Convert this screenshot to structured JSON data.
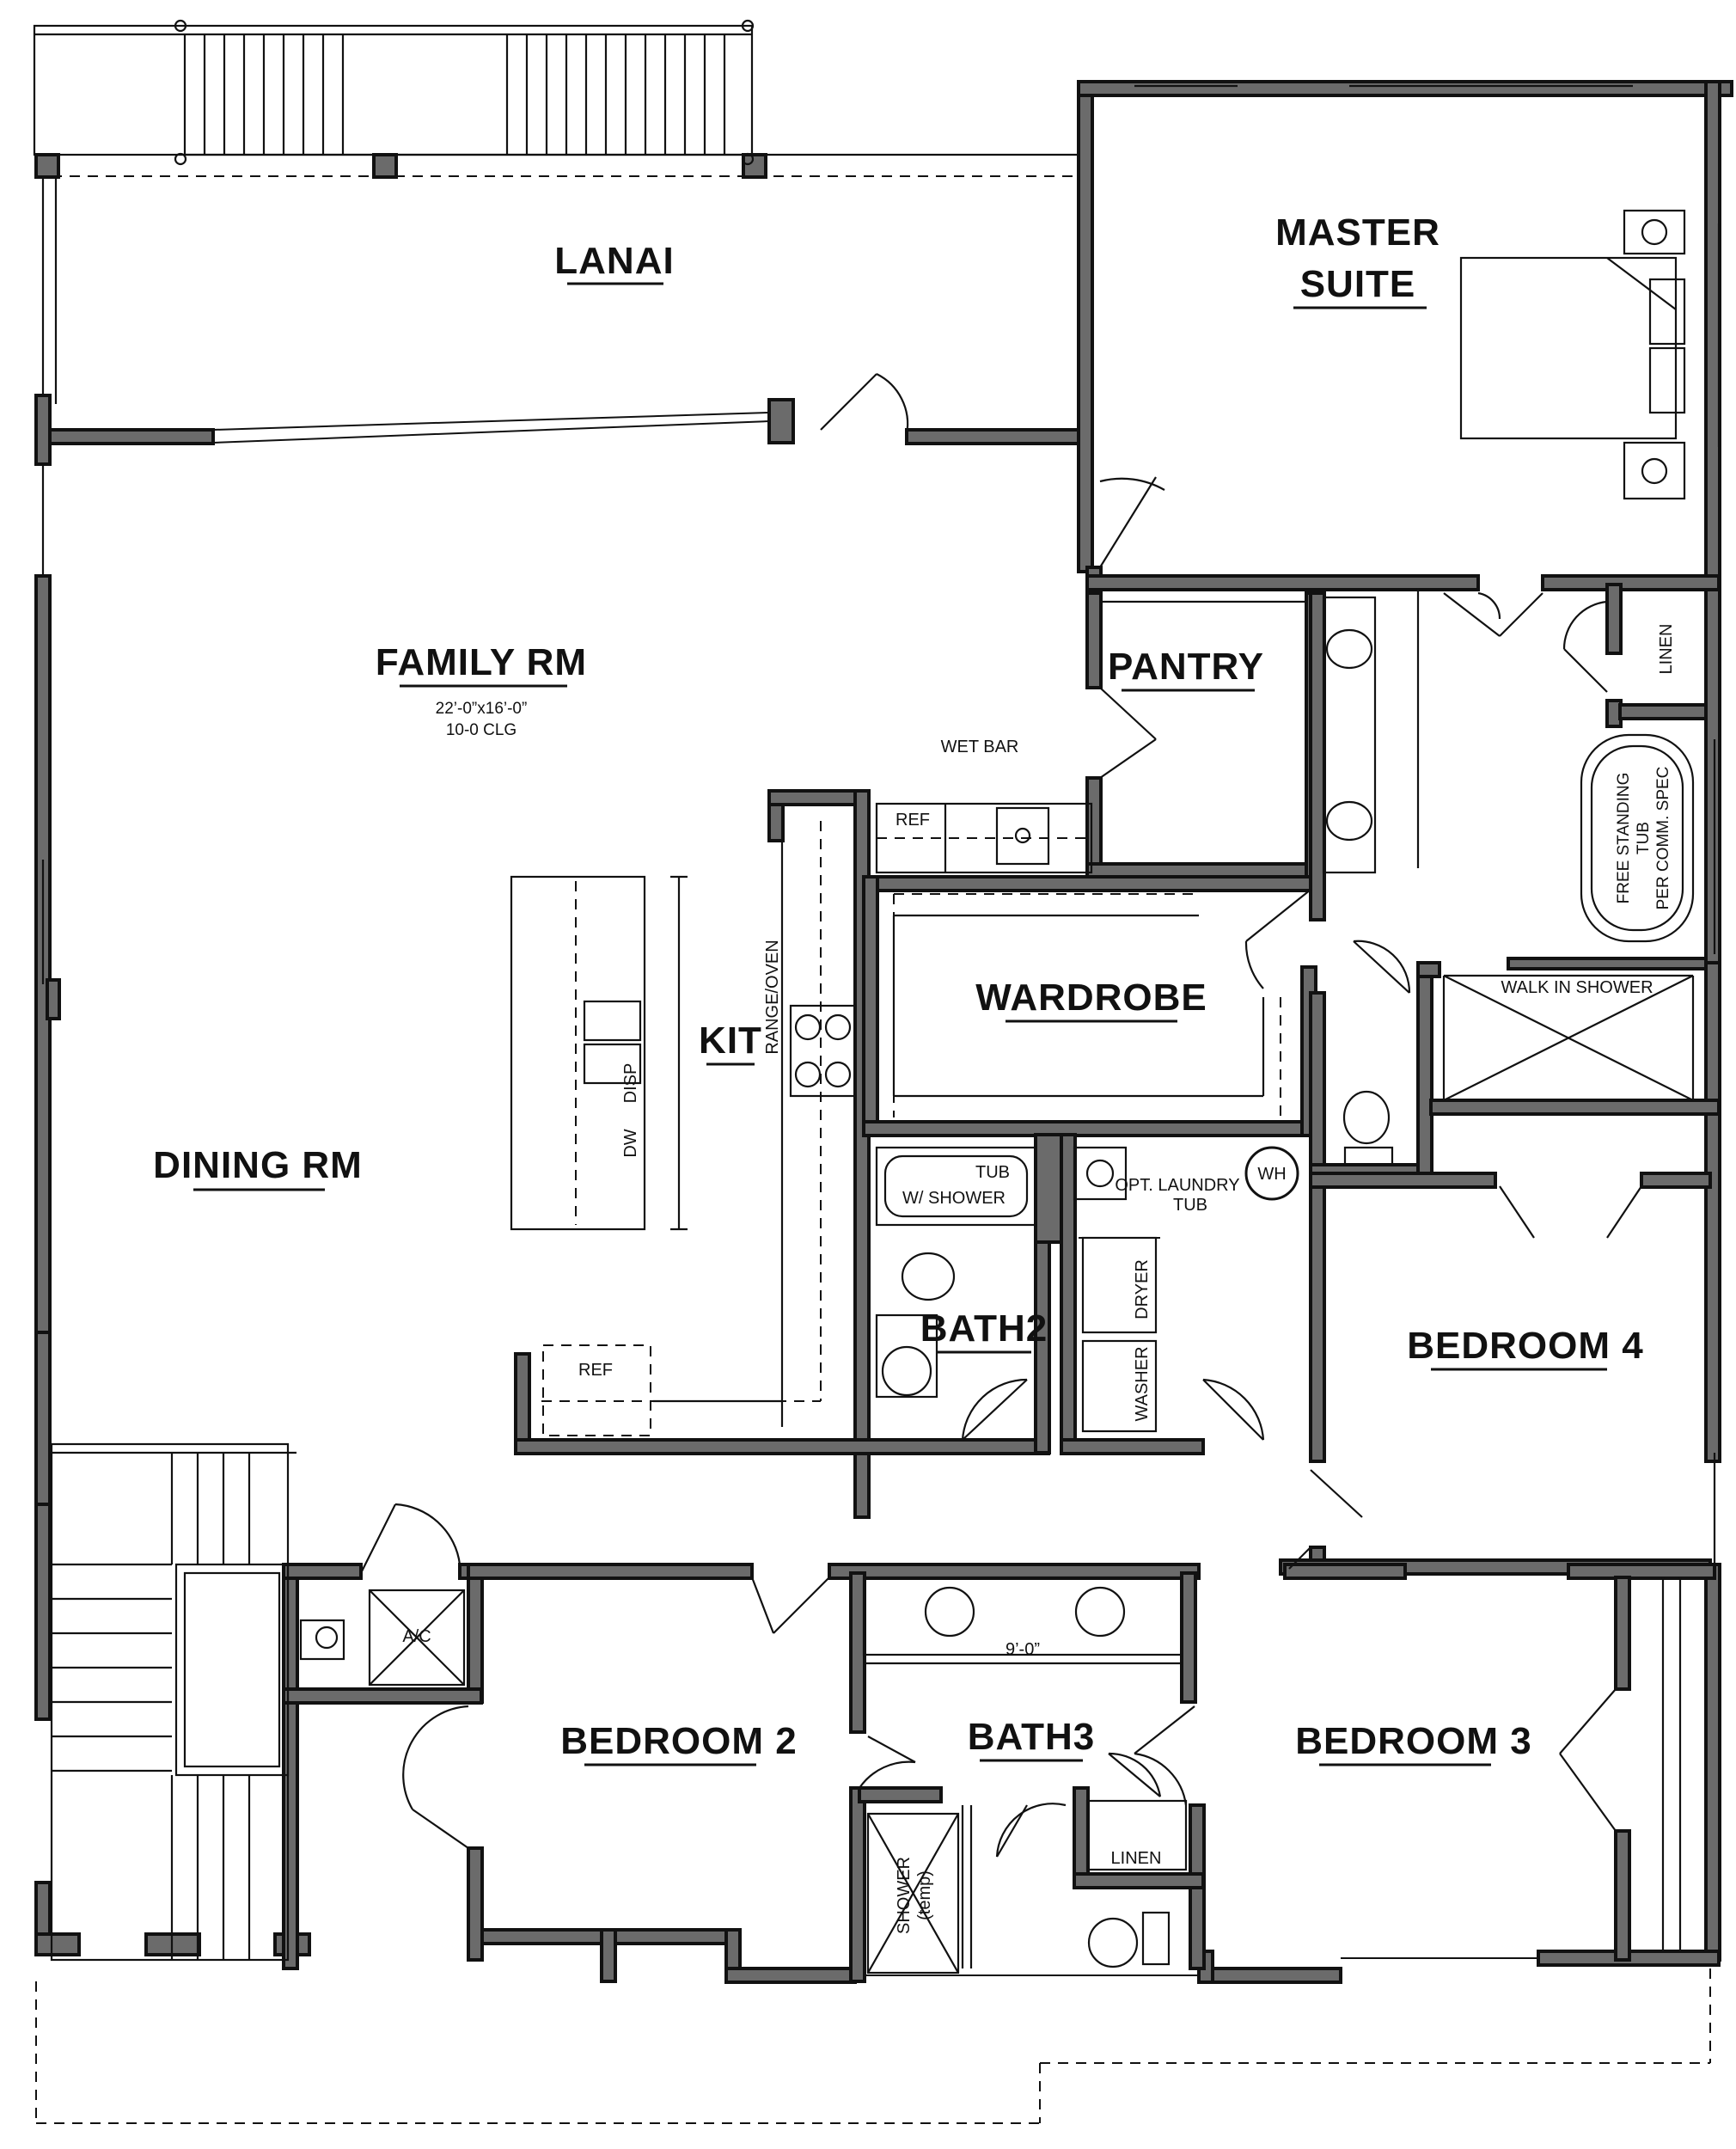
{
  "rooms": {
    "lanai": "LANAI",
    "master_line1": "MASTER",
    "master_line2": "SUITE",
    "family": "FAMILY RM",
    "family_dims": "22’-0”x16’-0”",
    "family_clg": "10-0 CLG",
    "pantry": "PANTRY",
    "wardrobe": "WARDROBE",
    "kit": "KIT",
    "dining": "DINING RM",
    "bath2": "BATH2",
    "bath3": "BATH3",
    "bedroom2": "BEDROOM 2",
    "bedroom3": "BEDROOM 3",
    "bedroom4": "BEDROOM 4"
  },
  "labels": {
    "wet_bar": "WET BAR",
    "ref_wetbar": "REF",
    "ref_kitchen": "REF",
    "range_oven": "RANGE/OVEN",
    "disp": "DISP",
    "dw": "DW",
    "linen_master": "LINEN",
    "linen_bath3": "LINEN",
    "tub_line1": "FREE STANDING",
    "tub_line2": "TUB",
    "tub_line3": "PER COMM. SPEC",
    "walk_in_shower": "WALK IN SHOWER",
    "tub_shower_1": "TUB",
    "tub_shower_2": "W/ SHOWER",
    "opt_laundry_1": "OPT. LAUNDRY",
    "opt_laundry_2": "TUB",
    "wh": "WH",
    "dryer": "DRYER",
    "washer": "WASHER",
    "ac": "A/C",
    "shower_temp_1": "SHOWER",
    "shower_temp_2": "(temp)",
    "dim_9ft": "9’-0”"
  }
}
